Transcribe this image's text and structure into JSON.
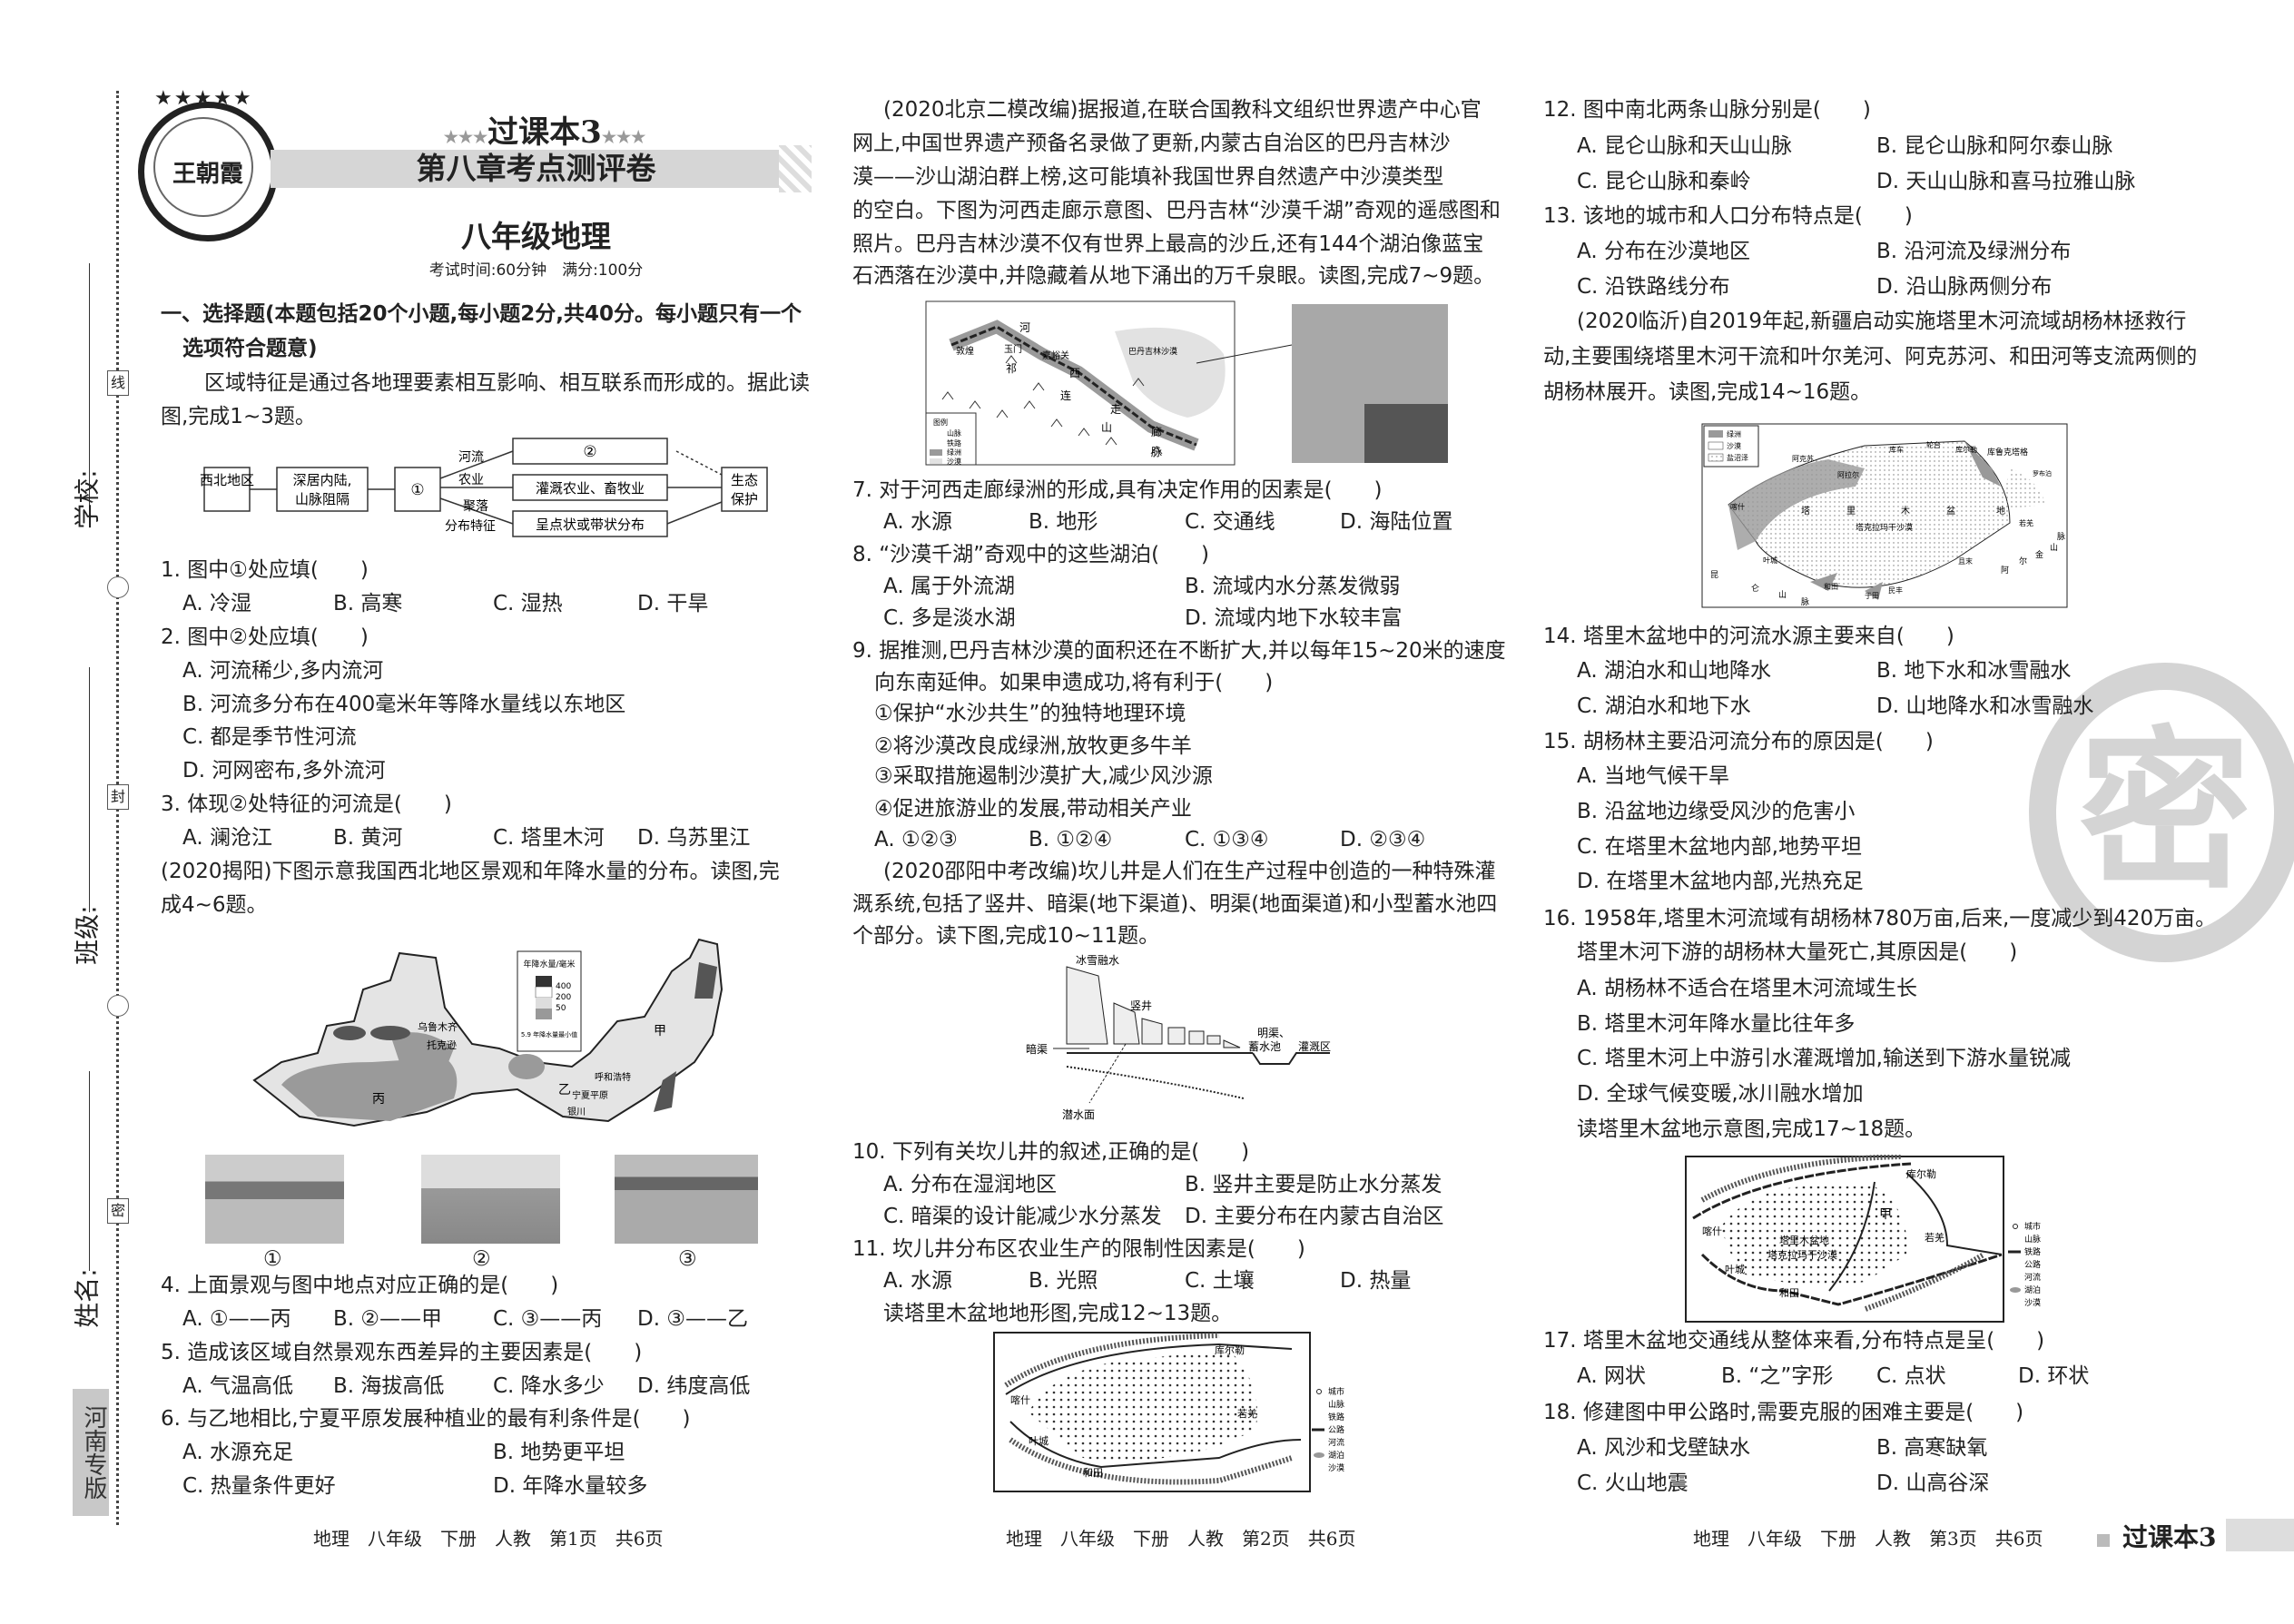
{
  "margin": {
    "school": "学校:",
    "class": "班级:",
    "name": "姓名:",
    "seal_chars": [
      "线",
      "封",
      "密"
    ],
    "edition": "河南专版"
  },
  "header": {
    "logo": "王朝霞",
    "stars_left": "★★★",
    "series": "过课本3",
    "stars_right": "★★★",
    "title": "第八章考点测评卷",
    "subject": "八年级地理",
    "meta": "考试时间:60分钟　满分:100分"
  },
  "left": {
    "section": [
      "一、选择题(本题包括20个小题,每小题2分,共40分。每小题只有一个",
      "选项符合题意)"
    ],
    "intro1": [
      "区域特征是通过各地理要素相互影响、相互联系而形成的。据此读",
      "图,完成1~3题。"
    ],
    "flow": {
      "n1": "西北地区",
      "n2a": "深居内陆,",
      "n2b": "山脉阻隔",
      "n3": "①",
      "n4": "②",
      "n5": "灌溉农业、畜牧业",
      "n6": "呈点状或带状分布",
      "n7a": "生态",
      "n7b": "保护",
      "l1": "河流",
      "l2": "农业",
      "l3a": "聚落",
      "l3b": "分布特征"
    },
    "q1": {
      "stem": "1. 图中①处应填(　　)",
      "options": [
        "A. 冷湿",
        "B. 高寒",
        "C. 湿热",
        "D. 干旱"
      ]
    },
    "q2": {
      "stem": "2. 图中②处应填(　　)",
      "options": [
        "A. 河流稀少,多内流河",
        "B. 河流多分布在400毫米年等降水量线以东地区",
        "C. 都是季节性河流",
        "D. 河网密布,多外流河"
      ]
    },
    "q3": {
      "stem": "3. 体现②处特征的河流是(　　)",
      "options": [
        "A. 澜沧江",
        "B. 黄河",
        "C. 塔里木河",
        "D. 乌苏里江"
      ]
    },
    "intro2": [
      "(2020揭阳)下图示意我国西北地区景观和年降水量的分布。读图,完",
      "成4~6题。"
    ],
    "map": {
      "legend_title": "年降水量/毫米",
      "levels": [
        "400",
        "200",
        "50"
      ],
      "note": "5.9 年降水量最小值",
      "places": [
        "乌鲁木齐",
        "托克逊",
        "丙",
        "乙",
        "宁夏平原",
        "银川",
        "呼和浩特",
        "甲"
      ]
    },
    "photos": [
      "①",
      "②",
      "③"
    ],
    "q4": {
      "stem": "4. 上面景观与图中地点对应正确的是(　　)",
      "options": [
        "A. ①——丙",
        "B. ②——甲",
        "C. ③——丙",
        "D. ③——乙"
      ]
    },
    "q5": {
      "stem": "5. 造成该区域自然景观东西差异的主要因素是(　　)",
      "options": [
        "A. 气温高低",
        "B. 海拔高低",
        "C. 降水多少",
        "D. 纬度高低"
      ]
    },
    "q6": {
      "stem": "6. 与乙地相比,宁夏平原发展种植业的最有利条件是(　　)",
      "options": [
        "A. 水源充足",
        "B. 地势更平坦",
        "C. 热量条件更好",
        "D. 年降水量较多"
      ]
    },
    "footer": "地理　八年级　下册　人教　第1页　共6页"
  },
  "middle": {
    "intro1": [
      "(2020北京二模改编)据报道,在联合国教科文组织世界遗产中心官",
      "网上,中国世界遗产预备名录做了更新,内蒙古自治区的巴丹吉林沙",
      "漠——沙山湖泊群上榜,这可能填补我国世界自然遗产中沙漠类型",
      "的空白。下图为河西走廊示意图、巴丹吉林“沙漠千湖”奇观的遥感图和",
      "照片。巴丹吉林沙漠不仅有世界上最高的沙丘,还有144个湖泊像蓝宝",
      "石洒落在沙漠中,并隐藏着从地下涌出的万千泉眼。读图,完成7~9题。"
    ],
    "map1": {
      "places": [
        "敦煌",
        "玉门",
        "嘉峪关",
        "河",
        "西",
        "走",
        "廊",
        "祁",
        "连",
        "山",
        "脉",
        "巴丹吉林沙漠"
      ],
      "legend": [
        "图例",
        "山脉",
        "铁路",
        "绿洲",
        "沙漠"
      ]
    },
    "q7": {
      "stem": "7. 对于河西走廊绿洲的形成,具有决定作用的因素是(　　)",
      "options": [
        "A. 水源",
        "B. 地形",
        "C. 交通线",
        "D. 海陆位置"
      ]
    },
    "q8": {
      "stem": "8. “沙漠千湖”奇观中的这些湖泊(　　)",
      "options": [
        "A. 属于外流湖",
        "B. 流域内水分蒸发微弱",
        "C. 多是淡水湖",
        "D. 流域内地下水较丰富"
      ]
    },
    "q9": {
      "stem": [
        "9. 据推测,巴丹吉林沙漠的面积还在不断扩大,并以每年15~20米的速度",
        "向东南延伸。如果申遗成功,将有利于(　　)"
      ],
      "items": [
        "①保护“水沙共生”的独特地理环境",
        "②将沙漠改良成绿洲,放牧更多牛羊",
        "③采取措施遏制沙漠扩大,减少风沙源",
        "④促进旅游业的发展,带动相关产业"
      ],
      "options": [
        "A. ①②③",
        "B. ①②④",
        "C. ①③④",
        "D. ②③④"
      ]
    },
    "intro2": [
      "(2020邵阳中考改编)坎儿井是人们在生产过程中创造的一种特殊灌",
      "溉系统,包括了竖井、暗渠(地下渠道)、明渠(地面渠道)和小型蓄水池四",
      "个部分。读下图,完成10~11题。"
    ],
    "karez": {
      "melt": "冰雪融水",
      "shaft": "竖井",
      "tunnel": "暗渠",
      "canal": "明渠、",
      "pool": "蓄水池",
      "irrig": "灌溉区",
      "water_table": "潜水面"
    },
    "q10": {
      "stem": "10. 下列有关坎儿井的叙述,正确的是(　　)",
      "options": [
        "A. 分布在湿润地区",
        "B. 竖井主要是防止水分蒸发",
        "C. 暗渠的设计能减少水分蒸发",
        "D. 主要分布在内蒙古自治区"
      ]
    },
    "q11": {
      "stem": "11. 坎儿井分布区农业生产的限制性因素是(　　)",
      "options": [
        "A. 水源",
        "B. 光照",
        "C. 土壤",
        "D. 热量"
      ]
    },
    "intro3": "读塔里木盆地地形图,完成12~13题。",
    "map2": {
      "places": [
        "库尔勒",
        "喀什",
        "叶城",
        "和田",
        "若羌"
      ],
      "legend": [
        "城市",
        "山脉",
        "铁路",
        "公路",
        "河流",
        "湖泊",
        "沙漠"
      ]
    },
    "footer": "地理　八年级　下册　人教　第2页　共6页"
  },
  "right": {
    "q12": {
      "stem": "12. 图中南北两条山脉分别是(　　)",
      "options": [
        "A. 昆仑山脉和天山山脉",
        "B. 昆仑山脉和阿尔泰山脉",
        "C. 昆仑山脉和秦岭",
        "D. 天山山脉和喜马拉雅山脉"
      ]
    },
    "q13": {
      "stem": "13. 该地的城市和人口分布特点是(　　)",
      "options": [
        "A. 分布在沙漠地区",
        "B. 沿河流及绿洲分布",
        "C. 沿铁路线分布",
        "D. 沿山脉两侧分布"
      ]
    },
    "intro1": [
      "(2020临沂)自2019年起,新疆启动实施塔里木河流域胡杨林拯救行",
      "动,主要围绕塔里木河干流和叶尔羌河、阿克苏河、和田河等支流两侧的",
      "胡杨林展开。读图,完成14~16题。"
    ],
    "map1": {
      "legend": [
        "绿洲",
        "沙漠",
        "盐沼泽"
      ],
      "places": [
        "阿克苏",
        "阿拉尔",
        "库车",
        "轮台",
        "库尔勒",
        "喀什",
        "叶城",
        "和田",
        "于田",
        "民丰",
        "且末",
        "若羌",
        "塔",
        "里",
        "木",
        "盆",
        "地",
        "塔克拉玛干沙漠",
        "昆",
        "仑",
        "山",
        "脉",
        "阿",
        "尔",
        "金",
        "山",
        "脉",
        "库鲁克塔格",
        "罗布泊"
      ]
    },
    "q14": {
      "stem": "14. 塔里木盆地中的河流水源主要来自(　　)",
      "options": [
        "A. 湖泊水和山地降水",
        "B. 地下水和冰雪融水",
        "C. 湖泊水和地下水",
        "D. 山地降水和冰雪融水"
      ]
    },
    "q15": {
      "stem": "15. 胡杨林主要沿河流分布的原因是(　　)",
      "options": [
        "A. 当地气候干旱",
        "B. 沿盆地边缘受风沙的危害小",
        "C. 在塔里木盆地内部,地势平坦",
        "D. 在塔里木盆地内部,光热充足"
      ]
    },
    "q16": {
      "stem": [
        "16. 1958年,塔里木河流域有胡杨林780万亩,后来,一度减少到420万亩。",
        "塔里木河下游的胡杨林大量死亡,其原因是(　　)"
      ],
      "options": [
        "A. 胡杨林不适合在塔里木河流域生长",
        "B. 塔里木河年降水量比往年多",
        "C. 塔里木河上中游引水灌溉增加,输送到下游水量锐减",
        "D. 全球气候变暖,冰川融水增加"
      ]
    },
    "intro2": "读塔里木盆地示意图,完成17~18题。",
    "map2": {
      "places": [
        "库尔勒",
        "甲",
        "喀什",
        "塔里木盆地",
        "塔克拉玛干沙漠",
        "若羌",
        "叶城",
        "和田"
      ],
      "legend": [
        "城市",
        "山脉",
        "铁路",
        "公路",
        "河流",
        "湖泊",
        "沙漠"
      ]
    },
    "q17": {
      "stem": "17. 塔里木盆地交通线从整体来看,分布特点是呈(　　)",
      "options": [
        "A. 网状",
        "B. “之”字形",
        "C. 点状",
        "D. 环状"
      ]
    },
    "q18": {
      "stem": "18. 修建图中甲公路时,需要克服的困难主要是(　　)",
      "options": [
        "A. 风沙和戈壁缺水",
        "B. 高寒缺氧",
        "C. 火山地震",
        "D. 山高谷深"
      ]
    },
    "footer": "地理　八年级　下册　人教　第3页　共6页",
    "badge": "过课本3",
    "watermark": "密"
  }
}
